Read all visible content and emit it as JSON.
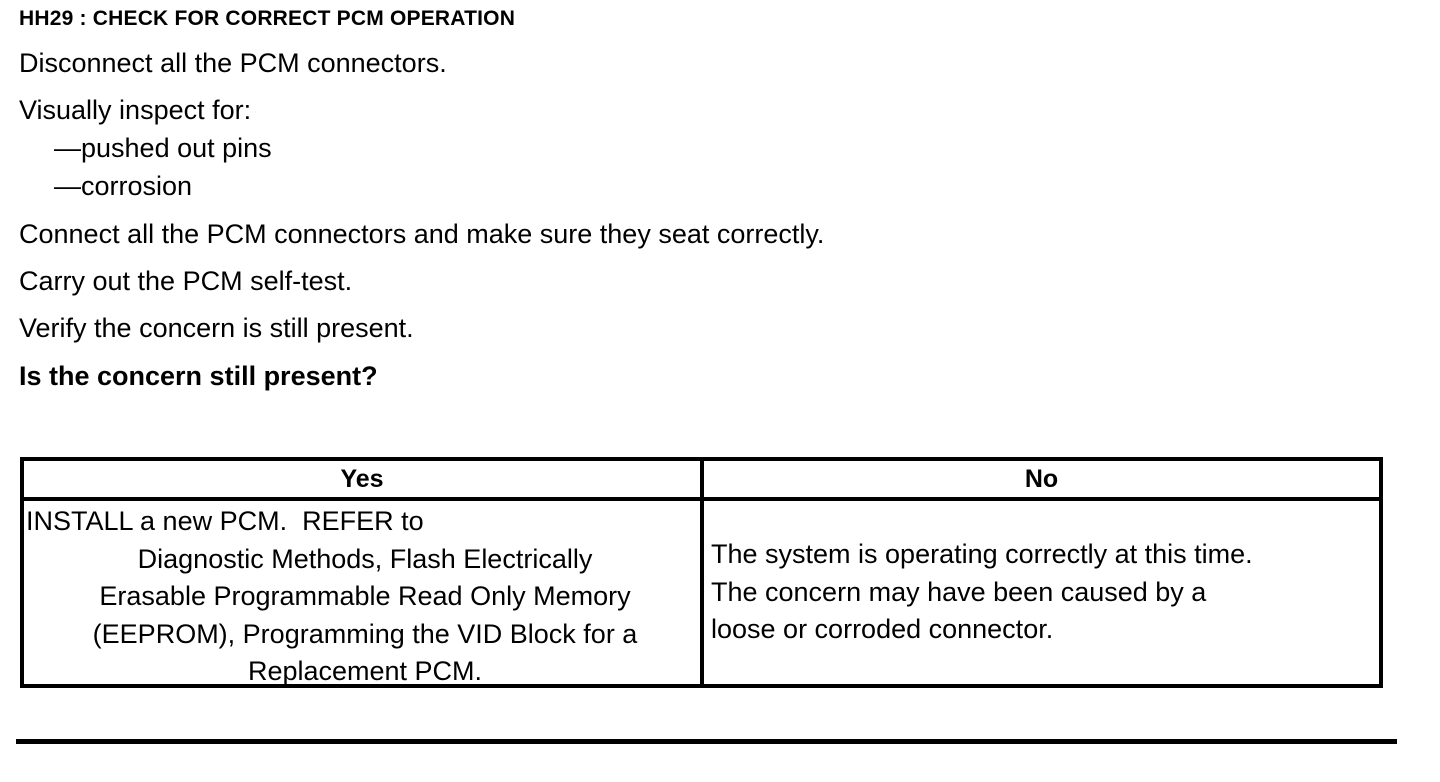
{
  "document": {
    "title": "HH29 : CHECK FOR CORRECT PCM OPERATION",
    "steps": [
      {
        "text": "Disconnect all the PCM connectors."
      },
      {
        "text": "Visually inspect for:"
      },
      {
        "text": "Connect all the PCM connectors and make sure they seat correctly."
      },
      {
        "text": "Carry out the PCM self-test."
      },
      {
        "text": "Verify the concern is still present."
      }
    ],
    "inspect_items": [
      "—pushed out pins",
      "—corrosion"
    ],
    "question": "Is the concern still present?"
  },
  "decision_table": {
    "headers": {
      "yes": "Yes",
      "no": "No"
    },
    "yes_cell": {
      "lines": [
        "INSTALL a new PCM.  REFER to",
        "Diagnostic Methods, Flash Electrically",
        "Erasable Programmable Read Only Memory",
        "(EEPROM), Programming the VID Block for a",
        "Replacement PCM."
      ]
    },
    "no_cell": {
      "lines": [
        "The system is operating correctly at this time.",
        "The concern may have been caused by a",
        "loose or corroded connector."
      ]
    }
  },
  "colors": {
    "ink": "#000000",
    "paper": "#ffffff"
  }
}
